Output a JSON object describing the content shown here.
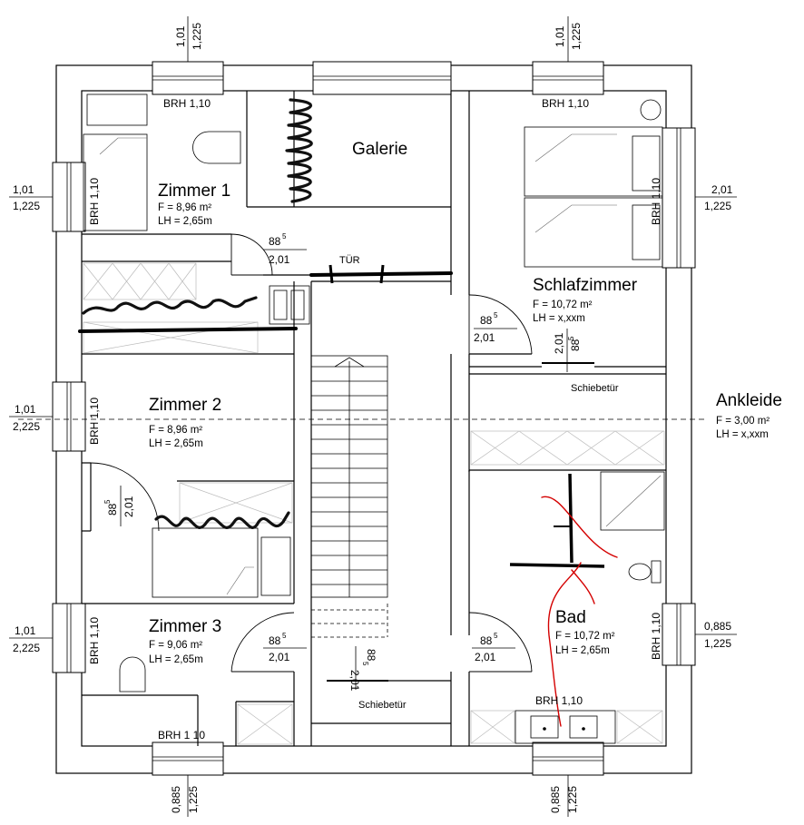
{
  "rooms": {
    "zimmer1": {
      "name": "Zimmer 1",
      "area": "F = 8,96 m²",
      "height": "LH = 2,65m"
    },
    "galerie": {
      "name": "Galerie"
    },
    "schlafzimmer": {
      "name": "Schlafzimmer",
      "area": "F = 10,72 m²",
      "height": "LH = x,xxm"
    },
    "zimmer2": {
      "name": "Zimmer 2",
      "area": "F = 8,96 m²",
      "height": "LH = 2,65m"
    },
    "ankleide": {
      "name": "Ankleide",
      "area": "F = 3,00 m²",
      "height": "LH = x,xxm"
    },
    "zimmer3": {
      "name": "Zimmer 3",
      "area": "F = 9,06 m²",
      "height": "LH = 2,65m"
    },
    "bad": {
      "name": "Bad",
      "area": "F = 10,72 m²",
      "height": "LH = 2,65m"
    }
  },
  "labels": {
    "brh": "BRH 1,10",
    "brh_bottom": "BRH 1 10",
    "tuer": "TÜR",
    "schiebetuer": "Schiebetür"
  },
  "dimensions": {
    "top_left": {
      "a": "1,01",
      "b": "1,225"
    },
    "top_right": {
      "a": "1,01",
      "b": "1,225"
    },
    "left_1": {
      "a": "1,01",
      "b": "1,225"
    },
    "left_2": {
      "a": "1,01",
      "b": "2,225"
    },
    "left_3": {
      "a": "1,01",
      "b": "2,225"
    },
    "right_1": {
      "a": "2,01",
      "b": "1,225"
    },
    "right_2": {
      "a": "0,885",
      "b": "1,225"
    },
    "bottom_left": {
      "a": "0,885",
      "b": "1,225"
    },
    "bottom_right": {
      "a": "0,885",
      "b": "1,225"
    },
    "door_width": "88",
    "door_sup": "5",
    "door_height": "2,01"
  },
  "colors": {
    "lines": "#000000",
    "annotation_red": "#d40000"
  }
}
